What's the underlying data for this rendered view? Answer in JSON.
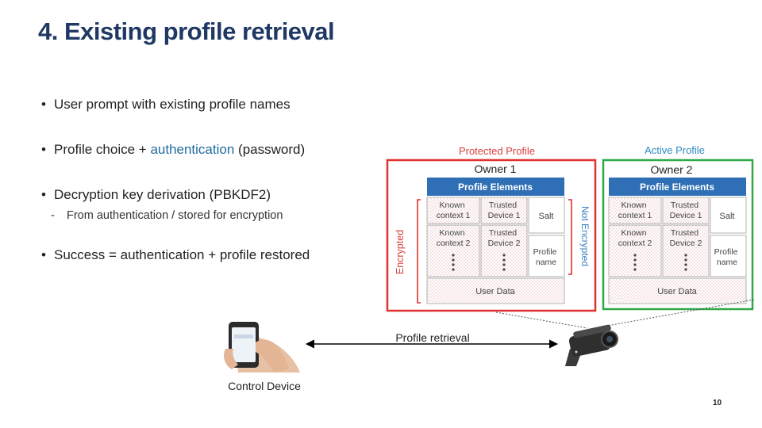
{
  "slide": {
    "title": "4. Existing profile retrieval",
    "bullets": [
      {
        "text": "User prompt with existing profile names"
      },
      {
        "before": "Profile choice + ",
        "accent": "authentication",
        "after": " (password)"
      },
      {
        "text": "Decryption key derivation (PBKDF2)"
      },
      {
        "text": "Success = authentication + profile restored"
      }
    ],
    "sub_bullet": "From authentication / stored for encryption",
    "page_number": "10"
  },
  "diagram": {
    "protected_profile": {
      "heading": "Protected Profile",
      "owner": "Owner 1",
      "elements_header": "Profile Elements",
      "cells": {
        "known1": [
          "Known",
          "context 1"
        ],
        "trusted1": [
          "Trusted",
          "Device 1"
        ],
        "salt": "Salt",
        "known2": [
          "Known",
          "context 2"
        ],
        "trusted2": [
          "Trusted",
          "Device 2"
        ],
        "profile_name": [
          "Profile",
          "name"
        ],
        "user_data": "User Data"
      },
      "encrypted_label": "Encrypted",
      "not_encrypted_label": "Not Encrypted"
    },
    "active_profile": {
      "heading": "Active Profile",
      "owner": "Owner 2",
      "elements_header": "Profile Elements",
      "cells": {
        "known1": [
          "Known",
          "context 1"
        ],
        "trusted1": [
          "Trusted",
          "Device 1"
        ],
        "salt": "Salt",
        "known2": [
          "Known",
          "context 2"
        ],
        "trusted2": [
          "Trusted",
          "Device 2"
        ],
        "profile_name": [
          "Profile",
          "name"
        ],
        "user_data": "User Data"
      }
    },
    "arrow_label": "Profile retrieval",
    "control_device_label": "Control Device",
    "colors": {
      "title": "#1f3864",
      "accent": "#1f6b9e",
      "protected": "#e03030",
      "active": "#30a84a",
      "header_bar": "#2e6fb5",
      "active_heading": "#2e8bc0"
    }
  }
}
